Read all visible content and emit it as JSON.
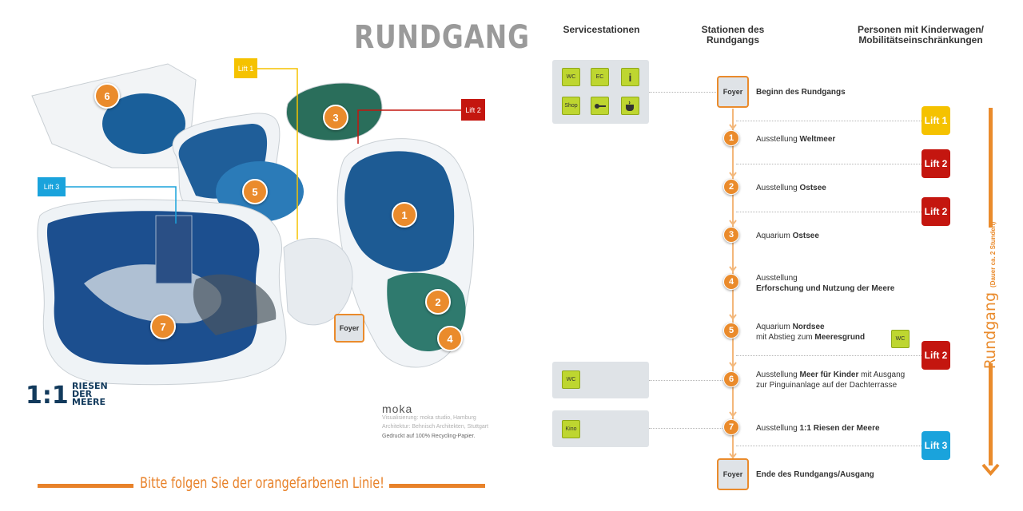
{
  "title": "RUNDGANG",
  "illustration": {
    "lift_tags": [
      "Lift 1",
      "Lift 2",
      "Lift 3"
    ],
    "station_badges": [
      "1",
      "2",
      "3",
      "4",
      "5",
      "6",
      "7"
    ],
    "foyer_label": "Foyer",
    "logo": {
      "line1": "RIESEN",
      "line2": "DER",
      "line3": "MEERE",
      "prefix": "1:1"
    },
    "moka": "moka",
    "credits": [
      "Visualisierung:  moka studio, Hamburg",
      "Architektur:       Behnisch Architekten, Stuttgart"
    ],
    "print_note": "Gedruckt auf 100% Recycling-Papier."
  },
  "footer": "Bitte folgen Sie der orangefarbenen Linie!",
  "columns": {
    "services": "Servicestationen",
    "stations_l1": "Stationen des",
    "stations_l2": "Rundgangs",
    "persons_l1": "Personen mit Kinderwagen/",
    "persons_l2": "Mobilitätseinschränkungen"
  },
  "service_icons": {
    "wc": "WC",
    "ec": "EC",
    "info": "i",
    "shop": "Shop",
    "kino": "Kino"
  },
  "route": {
    "start_box": "Foyer",
    "start_label": "Beginn des Rundgangs",
    "end_box": "Foyer",
    "end_label": "Ende des Rundgangs/Ausgang",
    "steps": [
      {
        "n": "1",
        "pre": "Ausstellung ",
        "bold": "Weltmeer"
      },
      {
        "n": "2",
        "pre": "Ausstellung ",
        "bold": "Ostsee"
      },
      {
        "n": "3",
        "pre": "Aquarium ",
        "bold": "Ostsee"
      },
      {
        "n": "4",
        "pre": "Ausstellung",
        "bold": "Erforschung und Nutzung der Meere"
      },
      {
        "n": "5",
        "pre": "Aquarium ",
        "bold": "Nordsee",
        "line2_pre": "mit Abstieg zum ",
        "line2_bold": "Meeresgrund"
      },
      {
        "n": "6",
        "pre": "Ausstellung ",
        "bold": "Meer für Kinder",
        "post": " mit Ausgang",
        "line2": "zur Pinguinanlage auf der Dachterrasse"
      },
      {
        "n": "7",
        "pre": "Ausstellung ",
        "bold": "1:1 Riesen der Meere"
      }
    ]
  },
  "lifts": [
    {
      "label": "Lift 1",
      "color": "#f5c200"
    },
    {
      "label": "Lift 2",
      "color": "#c4160f"
    },
    {
      "label": "Lift 2",
      "color": "#c4160f"
    },
    {
      "label": "Lift 2",
      "color": "#c4160f"
    },
    {
      "label": "Lift 3",
      "color": "#1aa3dc"
    }
  ],
  "side_label": "Rundgang",
  "side_sub": "(Dauer ca. 2 Stunden)",
  "colors": {
    "orange": "#ea8b2c",
    "lime": "#bed630",
    "grey_box": "#dfe3e7"
  }
}
